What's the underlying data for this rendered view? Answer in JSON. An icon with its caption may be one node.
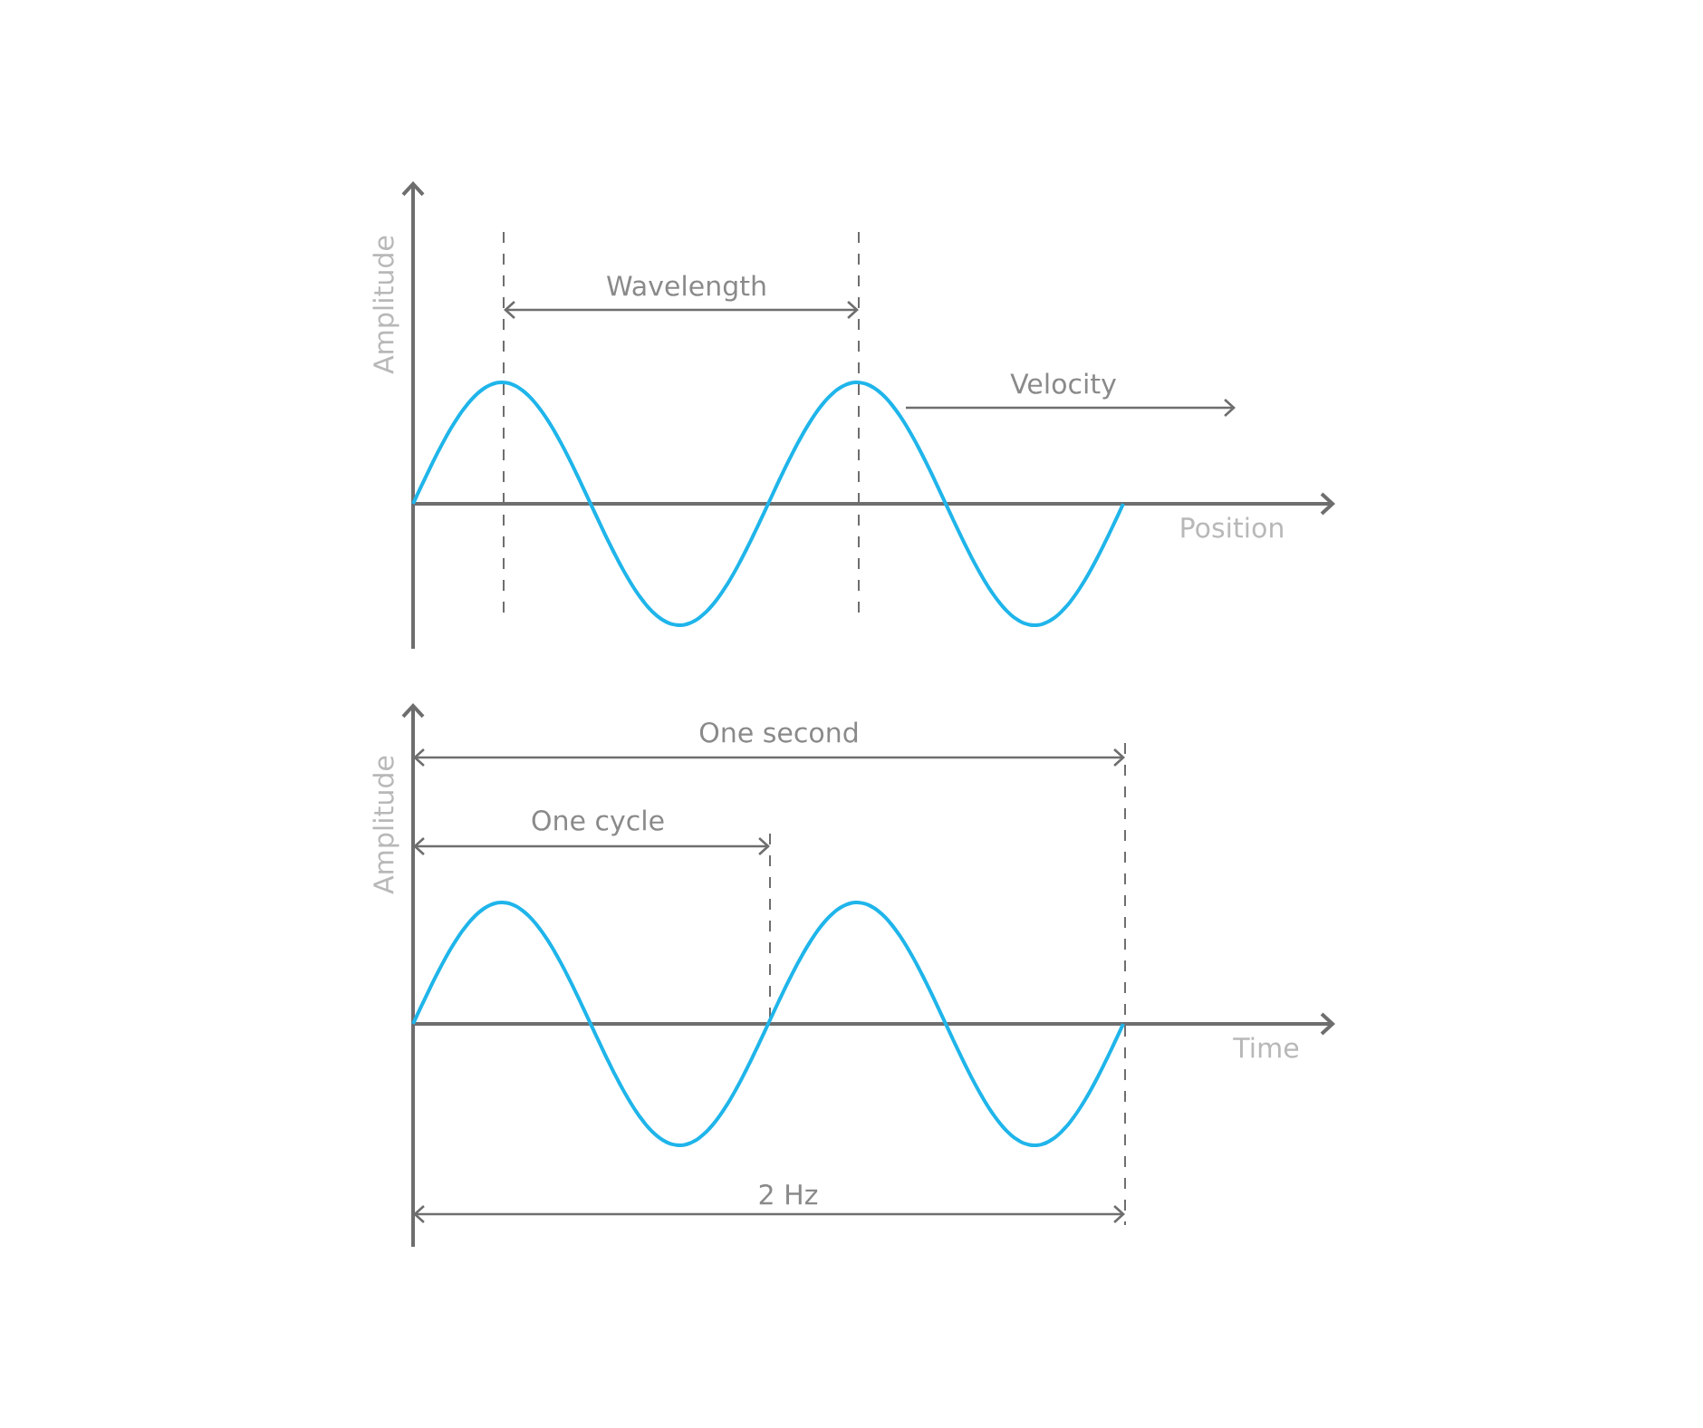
{
  "diagram": {
    "labels": [
      "Wavelength",
      "Amplitude",
      "Velocity",
      "Position",
      "One second",
      "Amplitude",
      "One cycle",
      "Time",
      "2 Hz"
    ]
  }
}
